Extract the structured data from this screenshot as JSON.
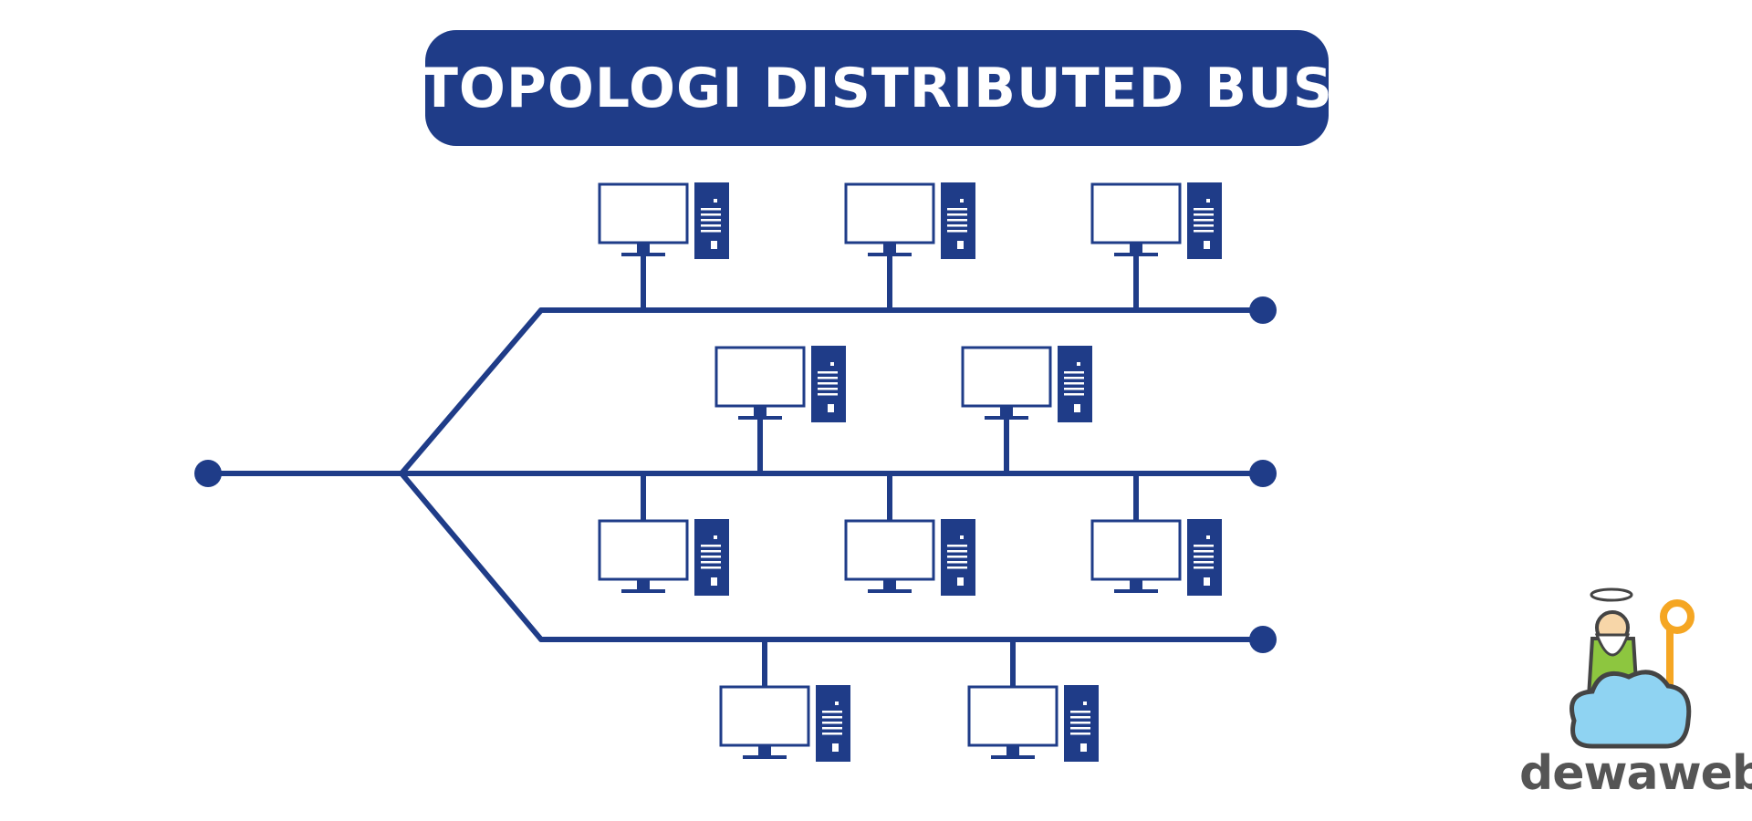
{
  "title": "TOPOLOGI DISTRIBUTED BUS",
  "brand": {
    "name": "dewaweb"
  },
  "colors": {
    "primary": "#1f3c88",
    "background": "#ffffff",
    "brand_text": "#555555",
    "mascot_cloud": "#8fd3f2",
    "mascot_robe": "#8dc63f",
    "mascot_staff": "#f5a623"
  },
  "icons": {
    "computer": "desktop-computer-icon",
    "terminator": "bus-terminator-icon",
    "mascot": "dewaweb-mascot-icon"
  },
  "topology": {
    "buses": [
      {
        "name": "bus-top",
        "computers_above": 3,
        "computers_below": 0
      },
      {
        "name": "bus-middle",
        "computers_above": 2,
        "computers_below": 3
      },
      {
        "name": "bus-bottom",
        "computers_above": 0,
        "computers_below": 2
      }
    ]
  }
}
